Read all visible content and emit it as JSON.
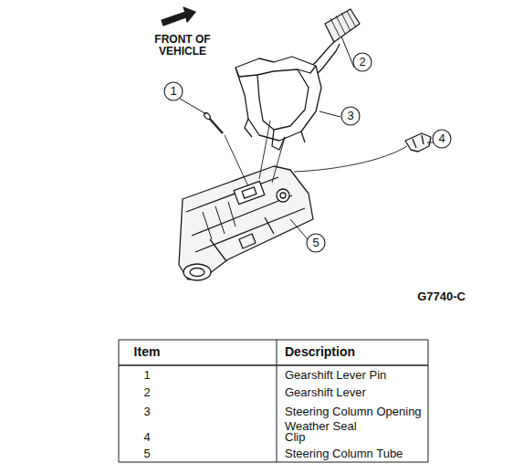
{
  "diagram": {
    "nodes": [
      {
        "text": [
          "1"
        ]
      },
      {
        "text": [
          "2"
        ]
      },
      {
        "text": [
          "3"
        ]
      },
      {
        "text": [
          "4"
        ]
      },
      {
        "text": [
          "5"
        ]
      }
    ],
    "labels": [
      "FRONT OF VEHICLE",
      "G7740-C",
      "Item",
      "Description",
      "1",
      "Gearshift Lever Pin",
      "2",
      "Gearshift Lever",
      "3",
      "Steering Column Opening Weather Seal",
      "4",
      "Clip",
      "5",
      "Steering Column Tube"
    ]
  }
}
